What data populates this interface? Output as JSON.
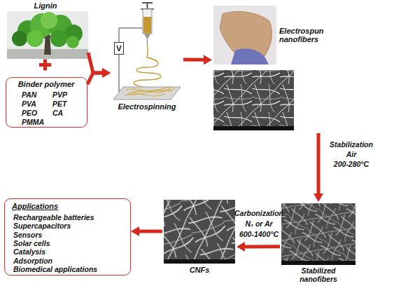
{
  "diagram": {
    "nodes": [
      {
        "text": [
          "Lignin"
        ]
      },
      {
        "text": [
          "Binder polymer",
          "PAN",
          "PVP",
          "PVA",
          "PET",
          "PEO",
          "CA",
          "PMMA"
        ]
      },
      {
        "text": [
          "Electrospinning"
        ]
      },
      {
        "text": [
          "V"
        ],
        "in": 2
      },
      {
        "text": [
          "Electrospun nanofibers"
        ]
      },
      {
        "text": [
          "Stabilized nanofibers"
        ]
      },
      {
        "text": [
          "CNFs"
        ]
      },
      {
        "text": [
          "Applications",
          "Rechargeable batteries",
          "Supercapacitors",
          "Sensors",
          "Solar cells",
          "Catalysis",
          "Adsorption",
          "Biomedical applications"
        ]
      }
    ],
    "edges": [
      {
        "from": 0,
        "to": 2,
        "arrow": "to"
      },
      {
        "from": 1,
        "to": 2,
        "arrow": "to"
      },
      {
        "from": 2,
        "to": 4,
        "arrow": "to"
      },
      {
        "from": 4,
        "to": 5,
        "arrow": "to"
      },
      {
        "from": 5,
        "to": 6,
        "arrow": "to"
      },
      {
        "from": 6,
        "to": 7,
        "arrow": "to"
      }
    ],
    "labels": [
      "Stabilization",
      "Air",
      "200-280°C",
      "Carbonization",
      "N₂ or Ar",
      "600-1400°C"
    ]
  }
}
